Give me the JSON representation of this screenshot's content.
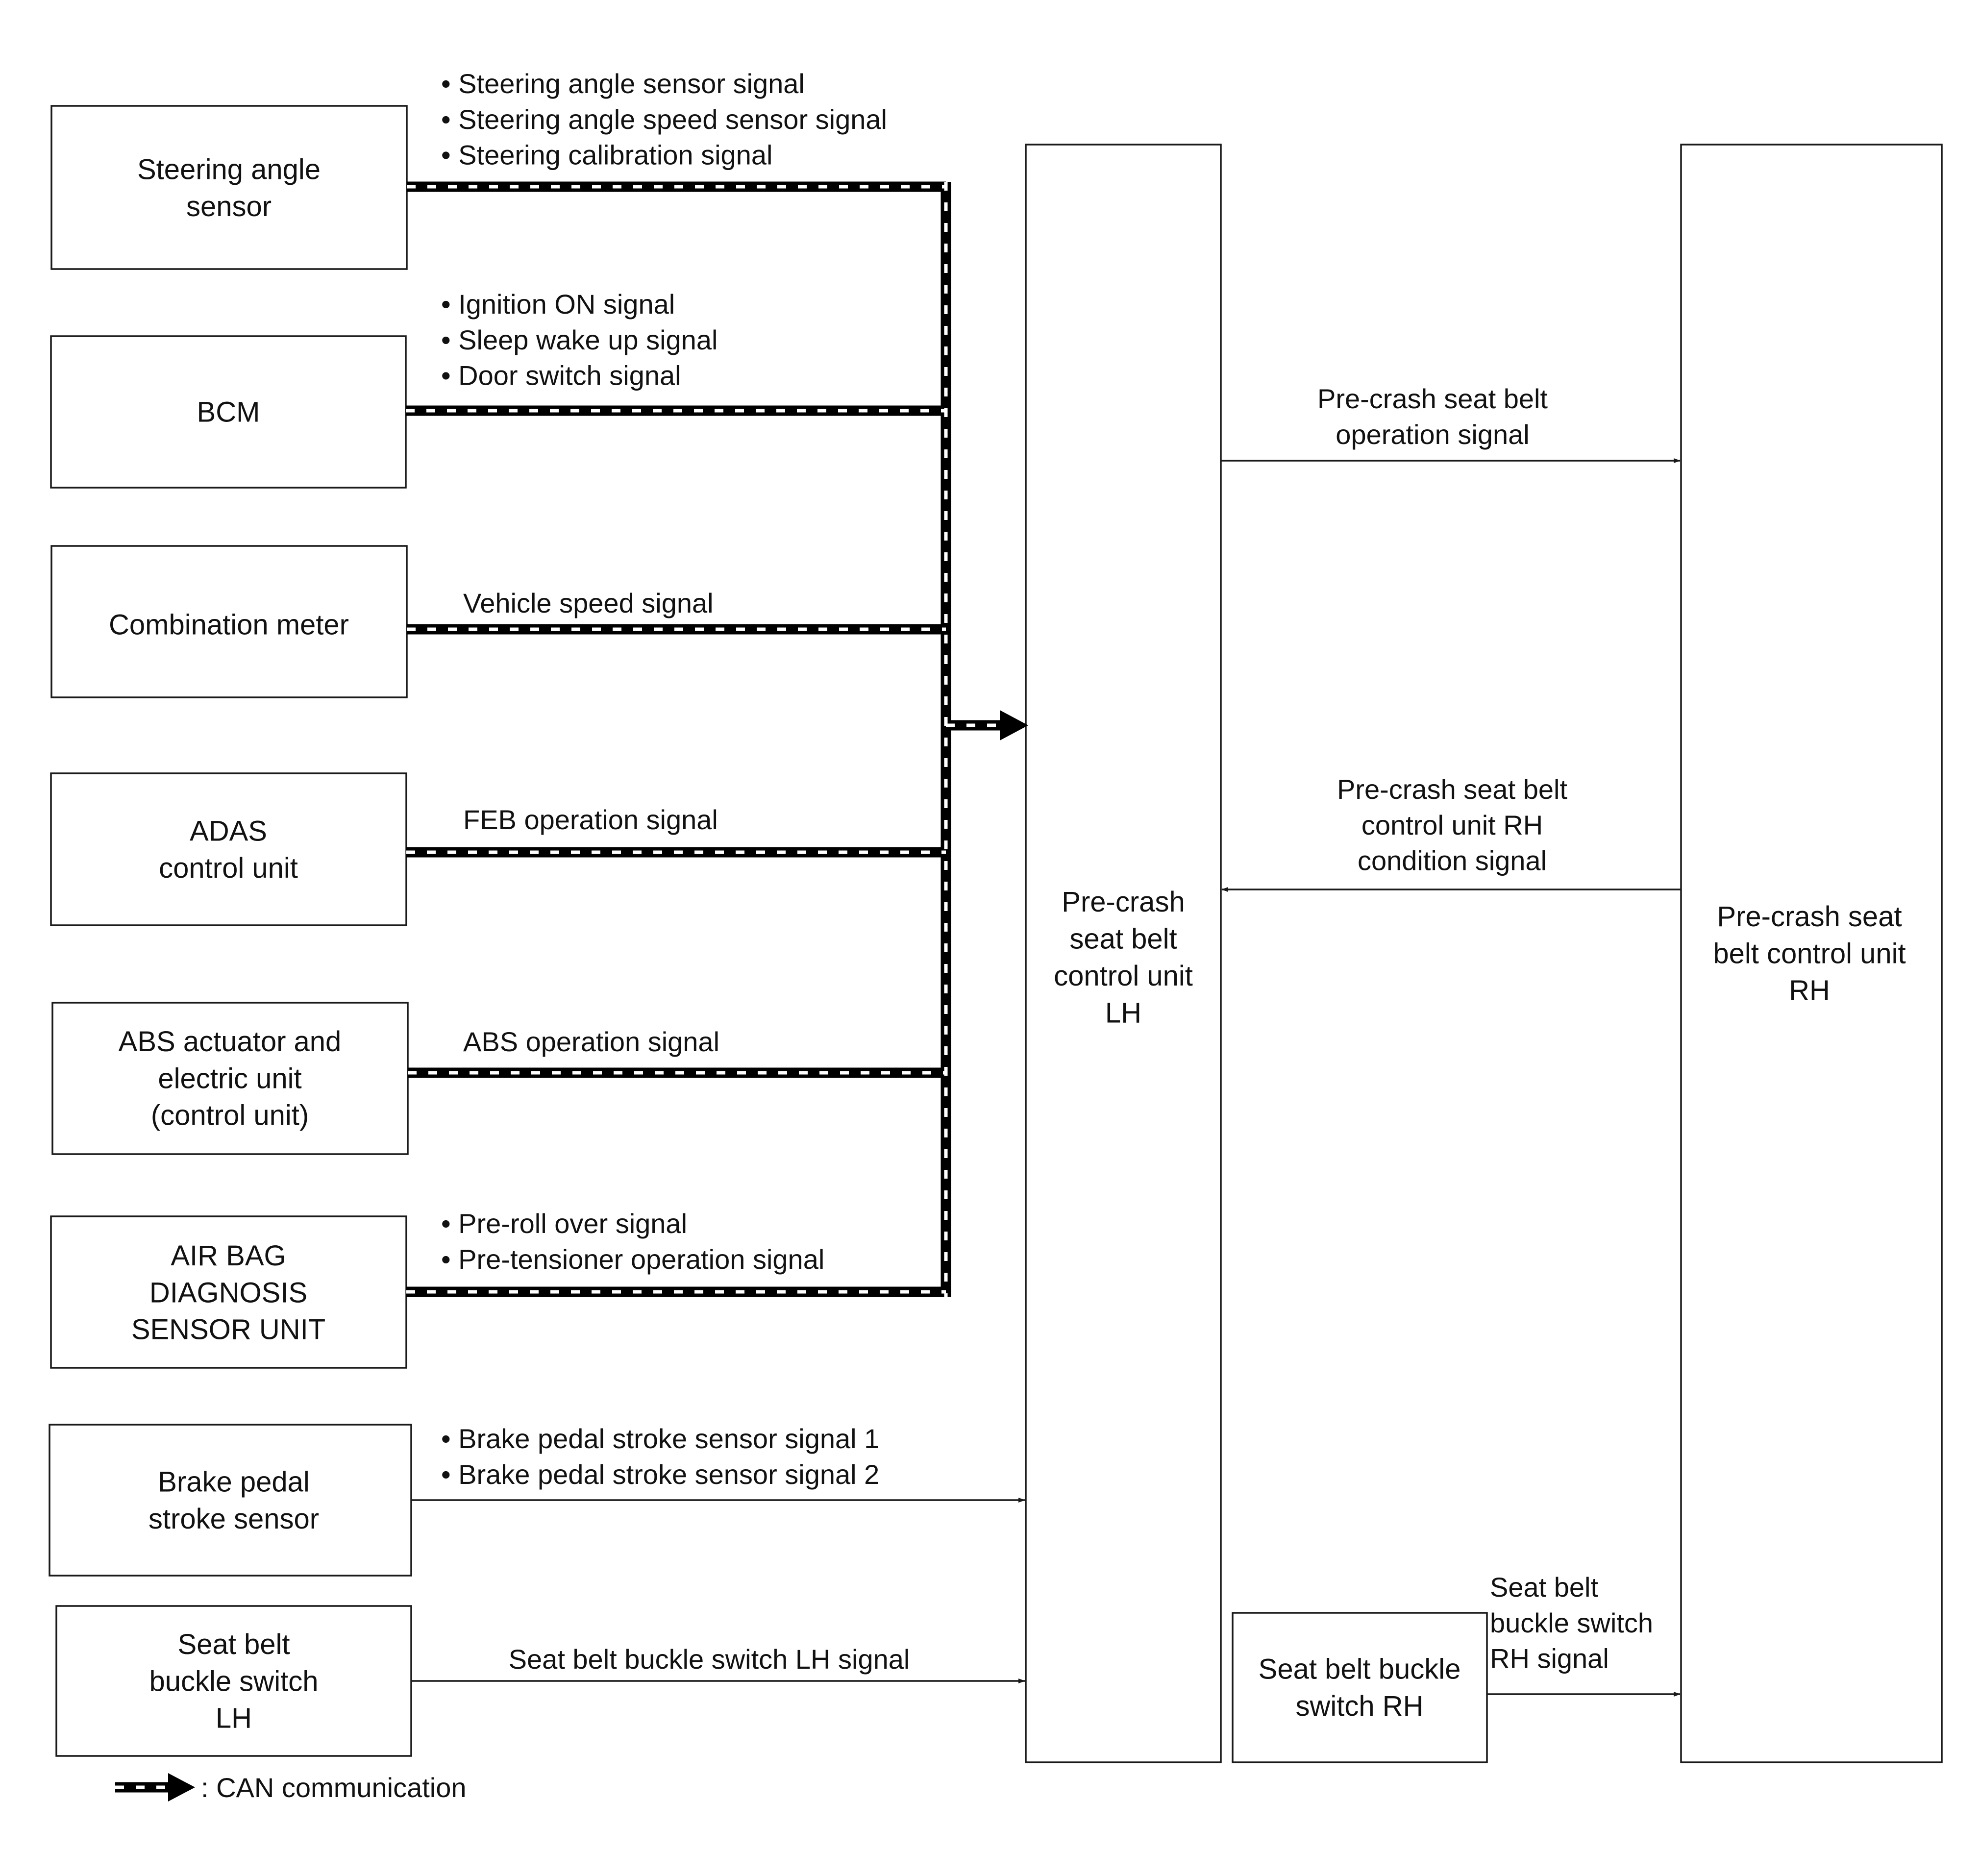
{
  "colors": {
    "line": "#1a1a1a",
    "can_bus": "#000000",
    "background": "#ffffff"
  },
  "boxes": {
    "steering_angle_sensor": [
      "Steering angle",
      "sensor"
    ],
    "bcm": [
      "BCM"
    ],
    "combination_meter": [
      "Combination meter"
    ],
    "adas_control_unit": [
      "ADAS",
      "control unit"
    ],
    "abs_actuator": [
      "ABS actuator and",
      "electric unit",
      "(control unit)"
    ],
    "air_bag_diagnosis_sensor_unit": [
      "AIR BAG",
      "DIAGNOSIS",
      "SENSOR UNIT"
    ],
    "brake_pedal_stroke_sensor": [
      "Brake pedal",
      "stroke sensor"
    ],
    "seat_belt_buckle_switch_lh": [
      "Seat belt",
      "buckle switch",
      "LH"
    ],
    "precrash_control_unit_lh": [
      "Pre-crash",
      "seat belt",
      "control unit",
      "LH"
    ],
    "seat_belt_buckle_switch_rh": [
      "Seat belt buckle",
      "switch RH"
    ],
    "precrash_control_unit_rh": [
      "Pre-crash seat",
      "belt control unit",
      "RH"
    ]
  },
  "signals": {
    "steering_angle_sensor": [
      "Steering angle sensor signal",
      "Steering angle speed sensor signal",
      "Steering calibration signal"
    ],
    "bcm": [
      "Ignition ON signal",
      "Sleep wake up signal",
      "Door switch signal"
    ],
    "combination_meter": [
      "Vehicle speed signal"
    ],
    "adas_control_unit": [
      "FEB operation signal"
    ],
    "abs_actuator": [
      "ABS operation signal"
    ],
    "air_bag_diagnosis_sensor_unit": [
      "Pre-roll over signal",
      "Pre-tensioner operation signal"
    ],
    "brake_pedal_stroke_sensor": [
      "Brake pedal stroke sensor signal 1",
      "Brake pedal stroke sensor signal 2"
    ],
    "seat_belt_buckle_switch_lh": [
      "Seat belt buckle switch LH signal"
    ],
    "lh_to_rh": [
      "Pre-crash seat belt",
      "operation signal"
    ],
    "rh_to_lh": [
      "Pre-crash seat belt",
      "control unit RH",
      "condition signal"
    ],
    "seat_belt_buckle_switch_rh": [
      "Seat belt",
      "buckle switch",
      "RH signal"
    ]
  },
  "legend": {
    "bullet": "•",
    "can_label": ": CAN communication",
    "can_icon": "striped-arrow"
  }
}
